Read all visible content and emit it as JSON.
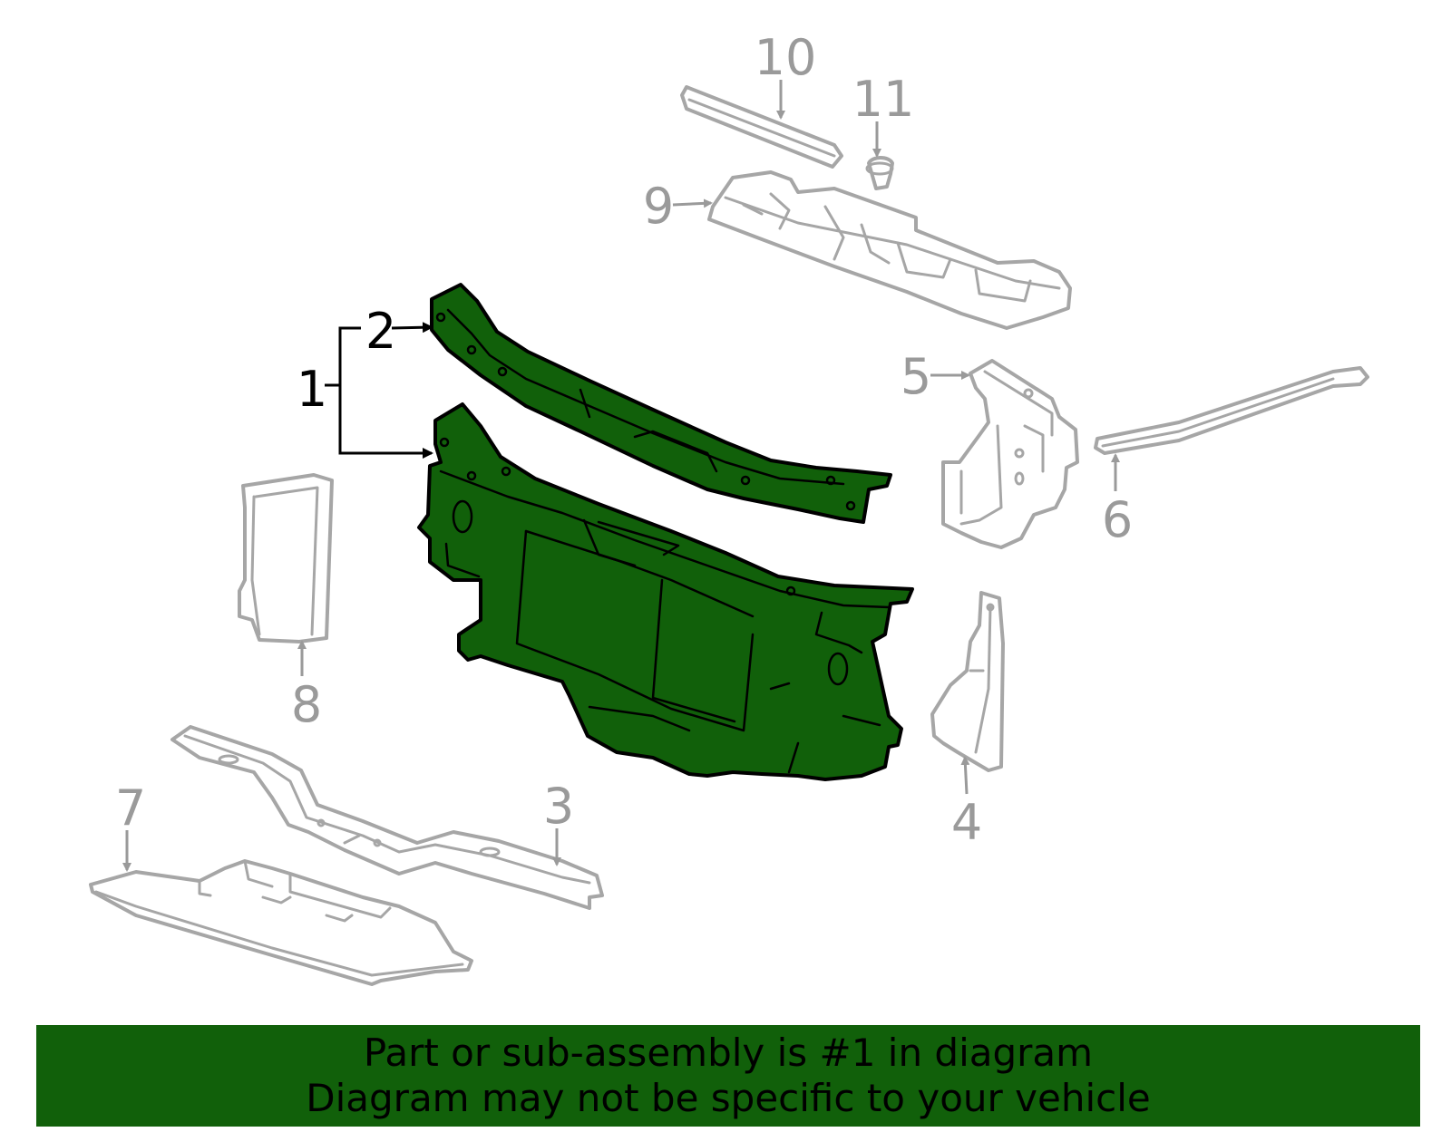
{
  "callouts": {
    "c1": "1",
    "c2": "2",
    "c3": "3",
    "c4": "4",
    "c5": "5",
    "c6": "6",
    "c7": "7",
    "c8": "8",
    "c9": "9",
    "c10": "10",
    "c11": "11"
  },
  "highlight_color": "#11600a",
  "part_outline_color": "#a6a6a6",
  "banner": {
    "line1": "Part or sub-assembly is #1 in diagram",
    "line2": "Diagram may not be specific to your vehicle"
  }
}
